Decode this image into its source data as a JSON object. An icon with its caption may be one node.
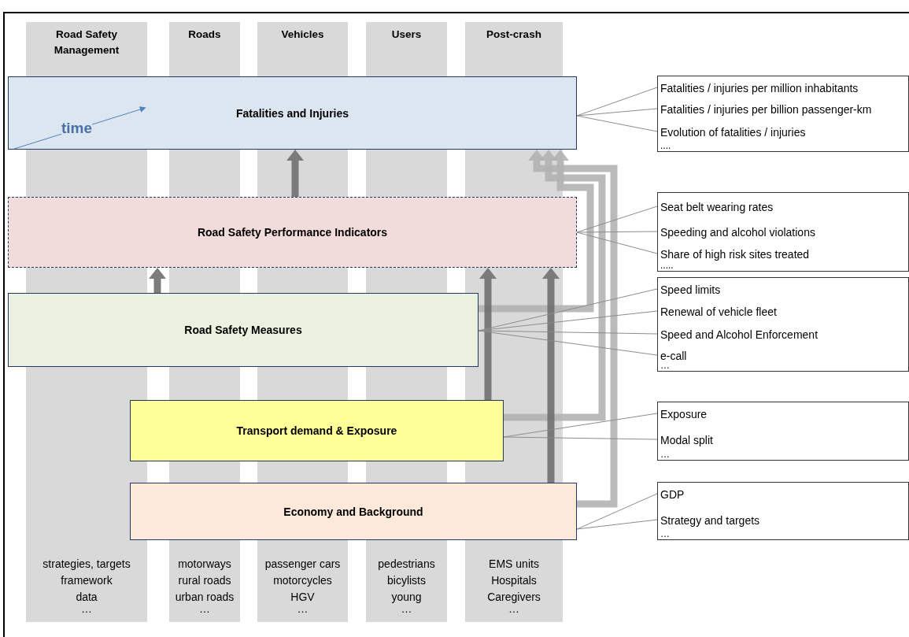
{
  "diagram": {
    "nodes": [
      {
        "text": [
          "Fatalities and Injuries"
        ]
      },
      {
        "text": [
          "Road Safety Performance Indicators"
        ]
      },
      {
        "text": [
          "Road Safety Measures"
        ]
      },
      {
        "text": [
          "Transport demand & Exposure"
        ]
      },
      {
        "text": [
          "Economy and Background"
        ]
      },
      {
        "text": [
          "...."
        ]
      },
      {
        "text": [
          "Fatalities / injuries per million inhabitants"
        ],
        "in": 5
      },
      {
        "text": [
          "Fatalities / injuries per billion passenger-km"
        ],
        "in": 5
      },
      {
        "text": [
          "Evolution of fatalities / injuries"
        ],
        "in": 5
      },
      {
        "text": [
          "....."
        ]
      },
      {
        "text": [
          "Seat belt wearing rates"
        ],
        "in": 9
      },
      {
        "text": [
          "Speeding and alcohol violations"
        ],
        "in": 9
      },
      {
        "text": [
          "Share of high risk sites treated"
        ],
        "in": 9
      },
      {
        "text": [
          "…"
        ]
      },
      {
        "text": [
          "Speed limits"
        ],
        "in": 13
      },
      {
        "text": [
          "Renewal of vehicle fleet"
        ],
        "in": 13
      },
      {
        "text": [
          "Speed and Alcohol Enforcement"
        ],
        "in": 13
      },
      {
        "text": [
          "e-call"
        ],
        "in": 13
      },
      {
        "text": [
          "…"
        ]
      },
      {
        "text": [
          "Exposure"
        ],
        "in": 18
      },
      {
        "text": [
          "Modal split"
        ],
        "in": 18
      },
      {
        "text": [
          "…"
        ]
      },
      {
        "text": [
          "GDP"
        ],
        "in": 21
      },
      {
        "text": [
          "Strategy and targets"
        ],
        "in": 21
      }
    ],
    "edges": [
      {
        "from": 2,
        "to": 0,
        "arrow": "to",
        "style": "thick",
        "color": "#b3b3b3"
      },
      {
        "from": 3,
        "to": 0,
        "arrow": "to",
        "style": "thick",
        "color": "#b3b3b3"
      },
      {
        "from": 1,
        "to": 0,
        "arrow": "to",
        "style": "thick",
        "color": "#707070"
      },
      {
        "from": 4,
        "to": 0,
        "arrow": "to",
        "style": "thick",
        "color": "#b3b3b3"
      },
      {
        "from": 2,
        "to": 1,
        "arrow": "to",
        "style": "thick",
        "color": "#707070"
      },
      {
        "from": 3,
        "to": 1,
        "arrow": "to",
        "style": "thick",
        "color": "#707070"
      },
      {
        "from": 4,
        "to": 1,
        "arrow": "to",
        "style": "thick",
        "color": "#707070"
      },
      {
        "from": 0,
        "to": 6,
        "arrow": "none"
      },
      {
        "from": 0,
        "to": 7,
        "arrow": "none"
      },
      {
        "from": 0,
        "to": 8,
        "arrow": "none"
      },
      {
        "from": 1,
        "to": 10,
        "arrow": "none"
      },
      {
        "from": 1,
        "to": 11,
        "arrow": "none"
      },
      {
        "from": 1,
        "to": 12,
        "arrow": "none"
      },
      {
        "from": 2,
        "to": 14,
        "arrow": "none"
      },
      {
        "from": 2,
        "to": 15,
        "arrow": "none"
      },
      {
        "from": 2,
        "to": 16,
        "arrow": "none"
      },
      {
        "from": 2,
        "to": 17,
        "arrow": "none"
      },
      {
        "from": 3,
        "to": 19,
        "arrow": "none"
      },
      {
        "from": 3,
        "to": 20,
        "arrow": "none"
      },
      {
        "from": 4,
        "to": 22,
        "arrow": "none"
      },
      {
        "from": 4,
        "to": 23,
        "arrow": "none"
      }
    ],
    "labels": [
      "Road Safety Management",
      "Roads",
      "Vehicles",
      "Users",
      "Post-crash",
      "time",
      "strategies, targets",
      "motorways",
      "passenger cars",
      "pedestrians",
      "EMS units",
      "framework",
      "rural roads",
      "motorcycles",
      "bicylists",
      "Hospitals",
      "data",
      "urban roads",
      "HGV",
      "young",
      "Caregivers",
      "…",
      "…",
      "…",
      "…",
      "…"
    ]
  }
}
